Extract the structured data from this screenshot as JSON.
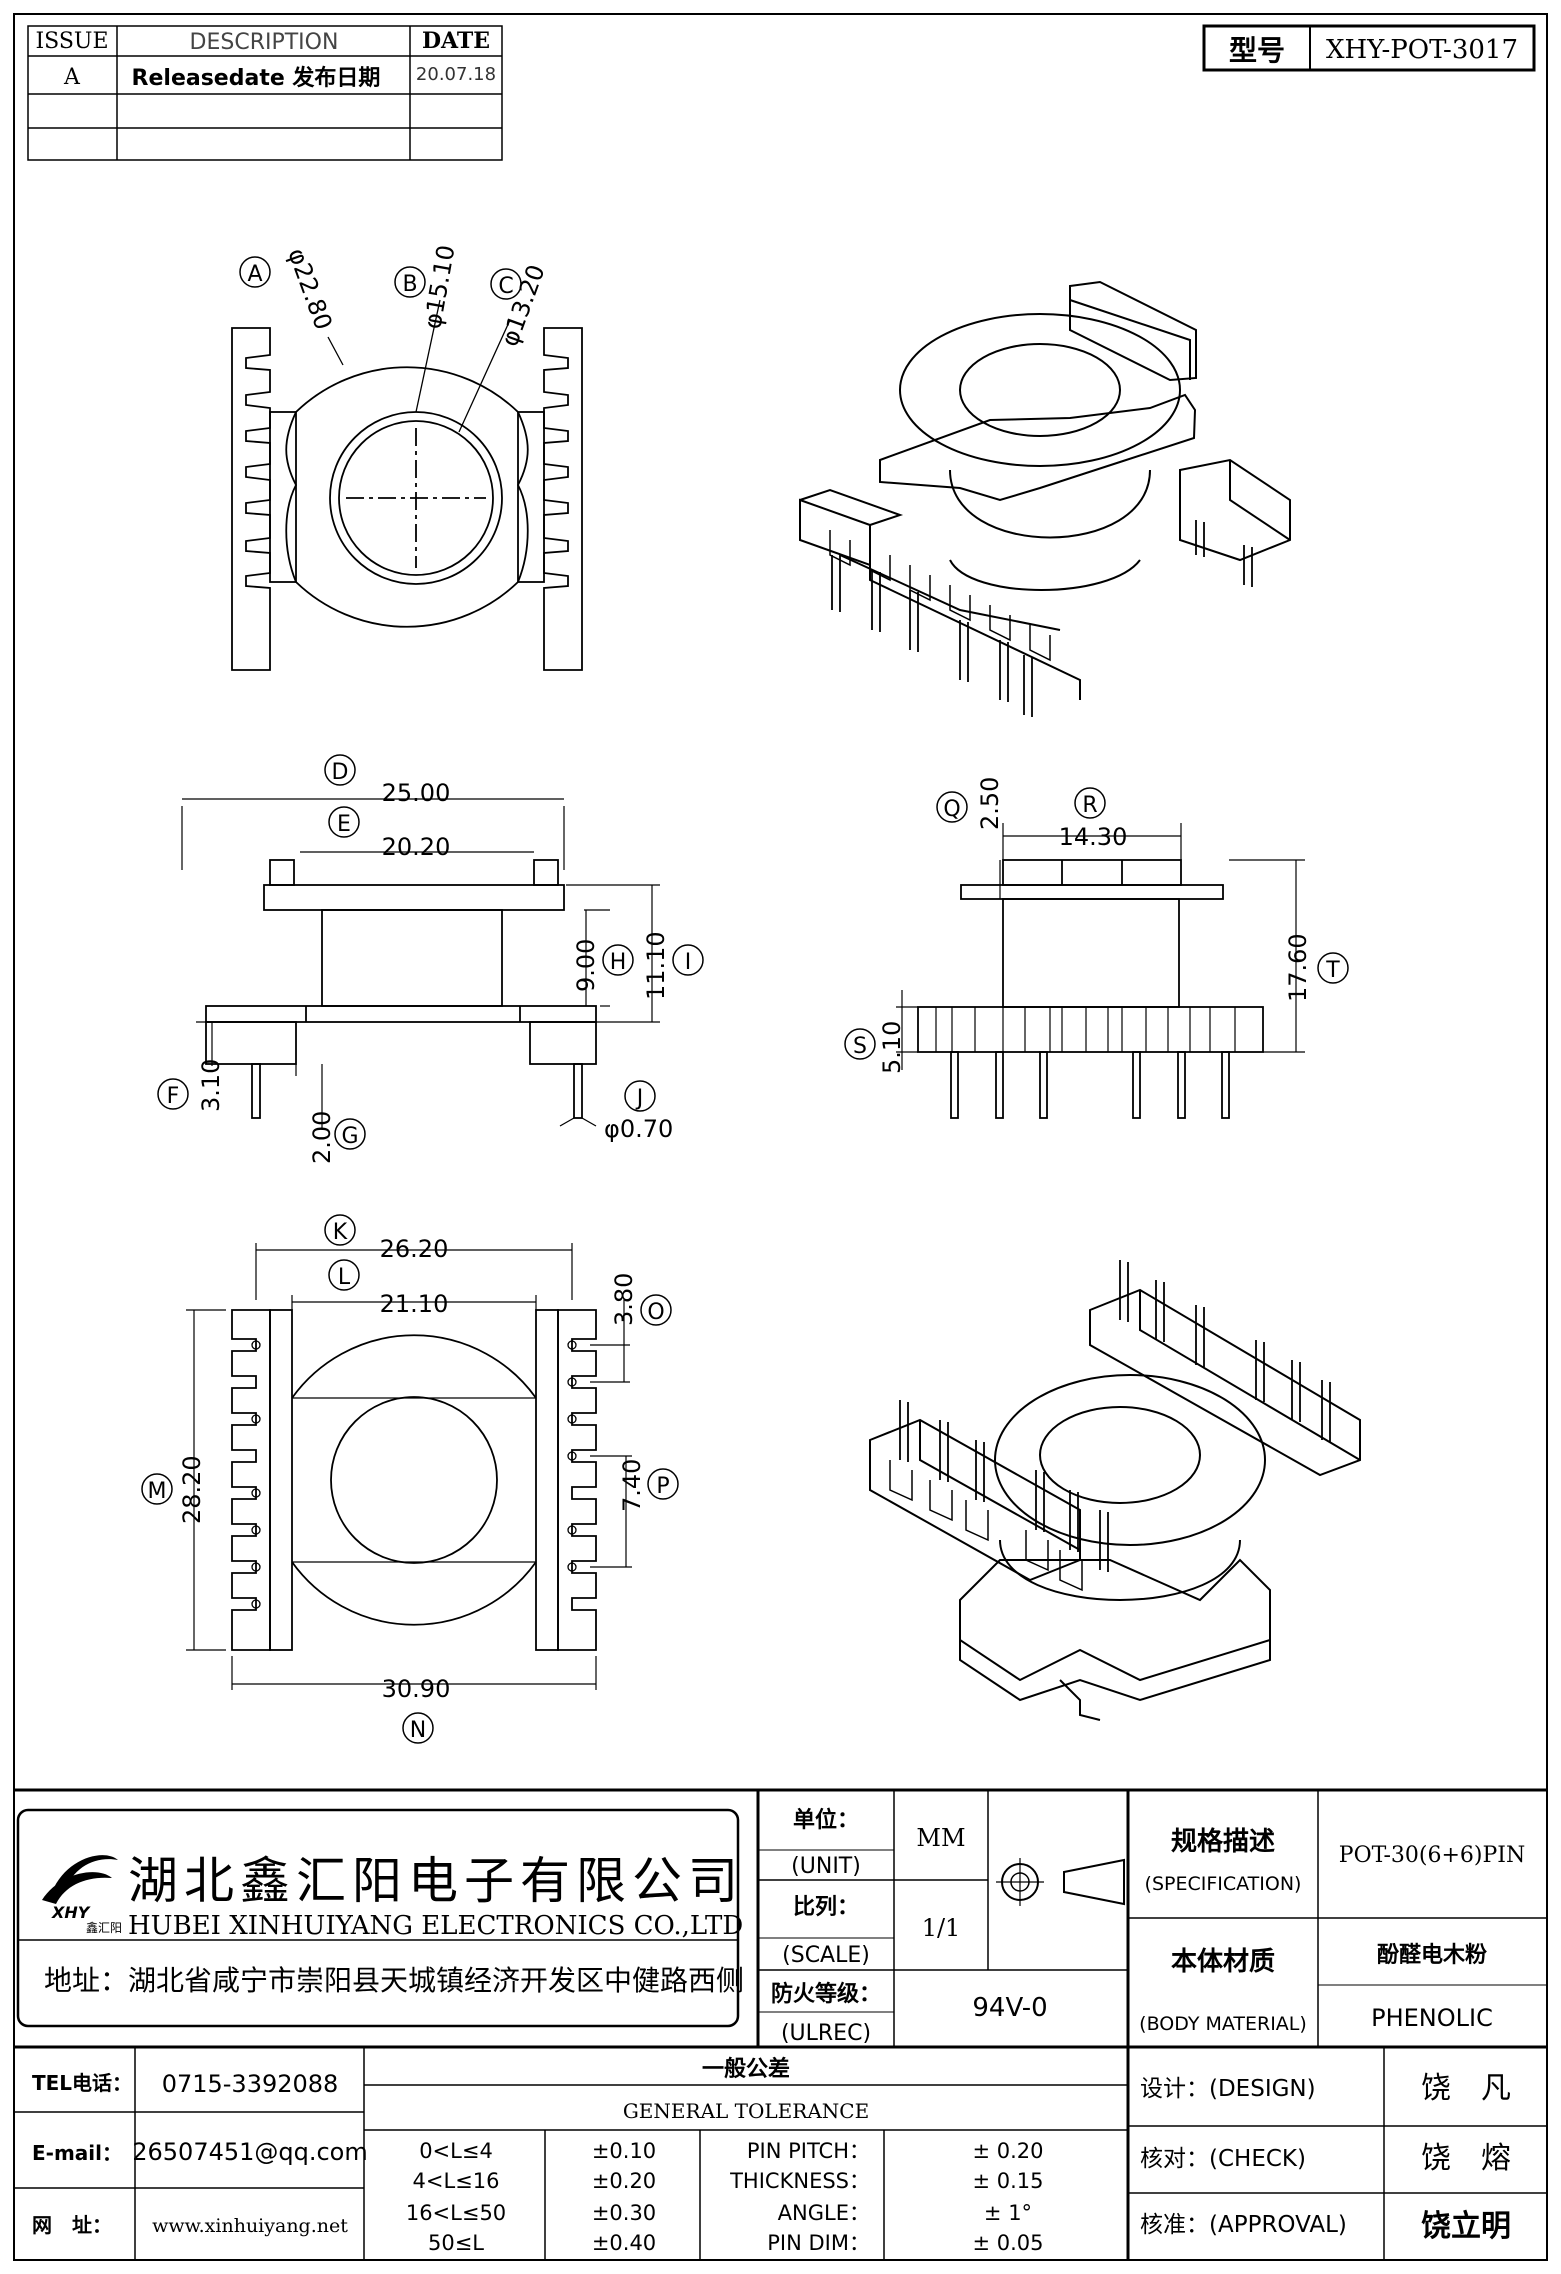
{
  "revision_table": {
    "headers": [
      "ISSUE",
      "DESCRIPTION",
      "DATE"
    ],
    "rows": [
      {
        "issue": "A",
        "description": "Releasedate 发布日期",
        "date": "20.07.18"
      },
      {
        "issue": "",
        "description": "",
        "date": ""
      },
      {
        "issue": "",
        "description": "",
        "date": ""
      }
    ]
  },
  "model": {
    "label": "型号",
    "value": "XHY-POT-3017"
  },
  "dimensions": {
    "A": {
      "letter": "A",
      "value": "φ22.80"
    },
    "B": {
      "letter": "B",
      "value": "φ15.10"
    },
    "C": {
      "letter": "C",
      "value": "φ13.20"
    },
    "D": {
      "letter": "D",
      "value": "25.00"
    },
    "E": {
      "letter": "E",
      "value": "20.20"
    },
    "F": {
      "letter": "F",
      "value": "3.10"
    },
    "G": {
      "letter": "G",
      "value": "2.00"
    },
    "H": {
      "letter": "H",
      "value": "9.00"
    },
    "I": {
      "letter": "I",
      "value": "11.10"
    },
    "J": {
      "letter": "J",
      "value": "φ0.70"
    },
    "K": {
      "letter": "K",
      "value": "26.20"
    },
    "L": {
      "letter": "L",
      "value": "21.10"
    },
    "M": {
      "letter": "M",
      "value": "28.20"
    },
    "N": {
      "letter": "N",
      "value": "30.90"
    },
    "O": {
      "letter": "O",
      "value": "3.80"
    },
    "P": {
      "letter": "P",
      "value": "7.40"
    },
    "Q": {
      "letter": "Q",
      "value": "2.50"
    },
    "R": {
      "letter": "R",
      "value": "14.30"
    },
    "S": {
      "letter": "S",
      "value": "5.10"
    },
    "T": {
      "letter": "T",
      "value": "17.60"
    }
  },
  "company": {
    "name_cn": "湖北鑫汇阳电子有限公司",
    "name_en": "HUBEI XINHUIYANG ELECTRONICS CO.,LTD",
    "logo_text": "XHY",
    "logo_sub": "鑫汇阳",
    "address_label": "地址：",
    "address": "湖北省咸宁市崇阳县天城镇经济开发区中健路西侧"
  },
  "contact": {
    "tel_label": "TEL电话：",
    "tel": "0715-3392088",
    "email_label": "E-mail：",
    "email": "26507451@qq.com",
    "web_label": "网　址：",
    "web": "www.xinhuiyang.net"
  },
  "specs": {
    "unit_cn": "单位：",
    "unit_en": "(UNIT)",
    "unit_value": "MM",
    "scale_cn": "比列：",
    "scale_en": "(SCALE)",
    "scale_value": "1/1",
    "ulrec_cn": "防火等级：",
    "ulrec_en": "(ULREC)",
    "ulrec_value": "94V-0",
    "spec_cn": "规格描述",
    "spec_en": "(SPECIFICATION)",
    "spec_value": "POT-30(6+6)PIN",
    "material_cn": "本体材质",
    "material_en": "(BODY MATERIAL)",
    "material_value_cn": "酚醛电木粉",
    "material_value_en": "PHENOLIC"
  },
  "tolerance": {
    "title_cn": "一般公差",
    "title_en": "GENERAL TOLERANCE",
    "ranges": [
      {
        "range": "0<L≤4",
        "tol": "±0.10"
      },
      {
        "range": "4<L≤16",
        "tol": "±0.20"
      },
      {
        "range": "16<L≤50",
        "tol": "±0.30"
      },
      {
        "range": "50≤L",
        "tol": "±0.40"
      }
    ],
    "items": [
      {
        "name": "PIN PITCH：",
        "tol": "± 0.20"
      },
      {
        "name": "THICKNESS：",
        "tol": "± 0.15"
      },
      {
        "name": "ANGLE：",
        "tol": "± 1°"
      },
      {
        "name": "PIN DIM：",
        "tol": "± 0.05"
      }
    ]
  },
  "signoff": {
    "design_label": "设计：(DESIGN)",
    "design_name": "饶　凡",
    "check_label": "核对：(CHECK)",
    "check_name": "饶　熔",
    "approval_label": "核准：(APPROVAL)",
    "approval_name": "饶立明"
  }
}
